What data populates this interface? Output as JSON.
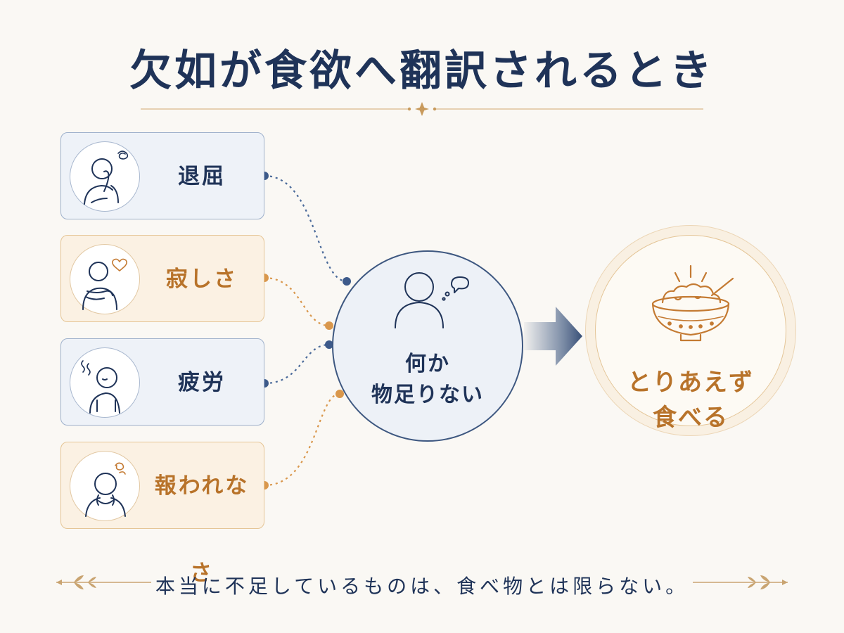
{
  "title": "欠如が食欲へ翻訳されるとき",
  "emotions": [
    {
      "label": "退屈",
      "icon": "bored-person-icon",
      "tone": "blue"
    },
    {
      "label": "寂しさ",
      "icon": "lonely-person-icon",
      "tone": "orange"
    },
    {
      "label": "疲労",
      "icon": "tired-person-icon",
      "tone": "blue"
    },
    {
      "label": "報われなさ",
      "icon": "unrewarded-person-icon",
      "tone": "orange"
    }
  ],
  "center": {
    "line1": "何か",
    "line2": "物足りない",
    "icon": "thinking-person-icon"
  },
  "result": {
    "line1": "とりあえず",
    "line2": "食べる",
    "icon": "rice-bowl-icon"
  },
  "footer": "本当に不足しているものは、食べ物とは限らない。",
  "colors": {
    "navy": "#1f3358",
    "gold": "#b8732a",
    "blue_connector": "#4a6a9a",
    "orange_connector": "#d9974c"
  }
}
